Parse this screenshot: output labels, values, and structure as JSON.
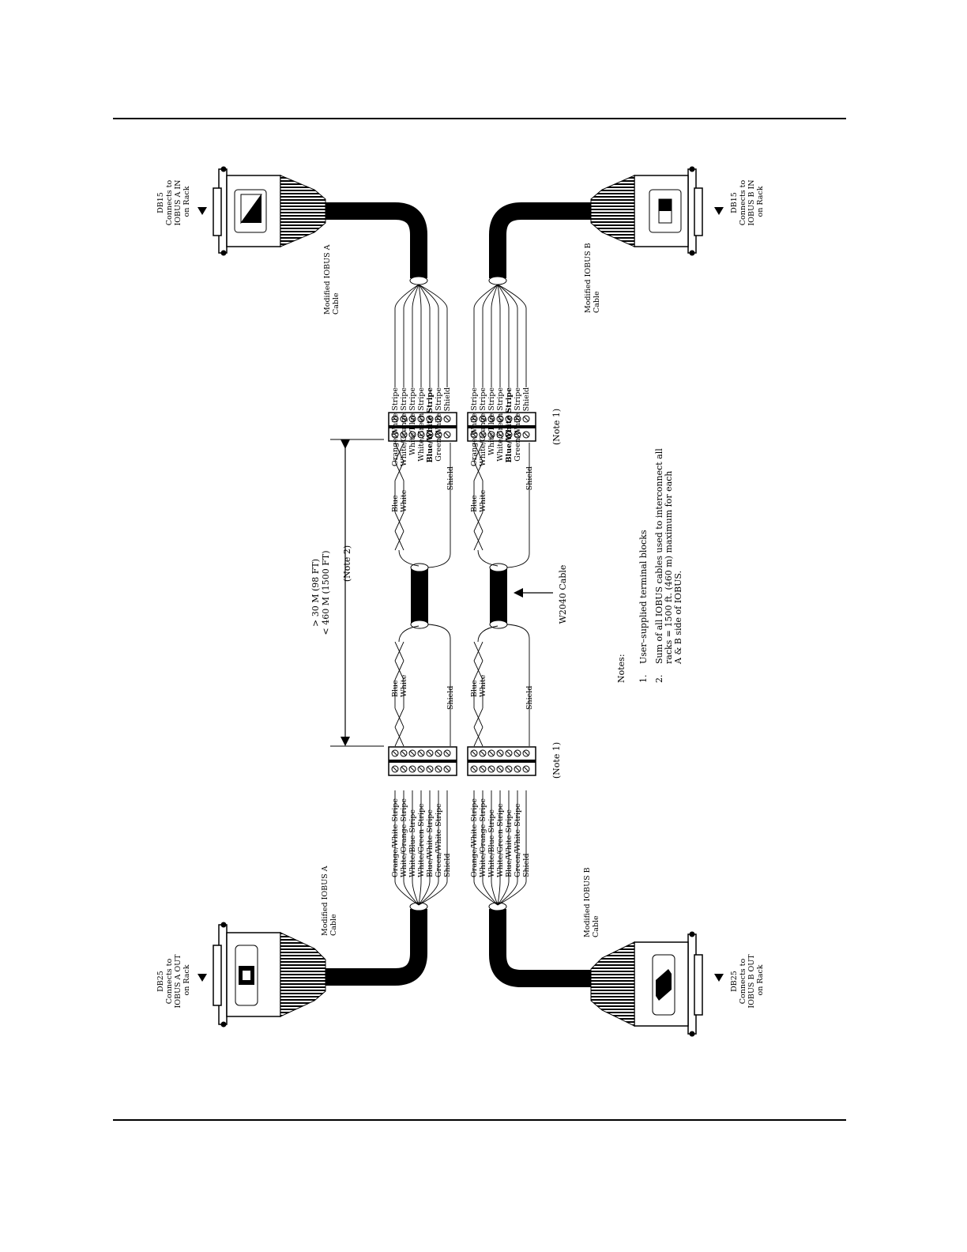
{
  "connectors": {
    "top_left": [
      "DB15",
      "Connects to",
      "IOBUS A IN",
      "on Rack"
    ],
    "top_right": [
      "DB15",
      "Connects to",
      "IOBUS B IN",
      "on Rack"
    ],
    "bottom_left": [
      "DB25",
      "Connects to",
      "IOBUS A OUT",
      "on Rack"
    ],
    "bottom_right": [
      "DB25",
      "Connects to",
      "IOBUS B OUT",
      "on Rack"
    ]
  },
  "cables": {
    "modified_a": [
      "Modified IOBUS A",
      "Cable"
    ],
    "modified_b": [
      "Modified IOBUS B",
      "Cable"
    ],
    "w2040": "W2040 Cable"
  },
  "wires": [
    "Orange/White Stripe",
    "White/Orange Stripe",
    "White/Blue Stripe",
    "White/Green Stripe",
    "Blue/White Stripe",
    "Green/White Stripe",
    "Shield"
  ],
  "pair": {
    "blue": "Blue",
    "white": "White",
    "shield": "Shield"
  },
  "dimension": {
    "min": "> 30 M (98 FT)",
    "max": "< 460 M (1500 FT)",
    "note": "(Note 2)"
  },
  "terminal_note": "(Note 1)",
  "notes": {
    "heading": "Notes:",
    "items": [
      {
        "num": "1.",
        "lines": [
          "User–supplied terminal blocks"
        ]
      },
      {
        "num": "2.",
        "lines": [
          "Sum of all IOBUS cables used to interconnect all",
          "racks = 1500 ft. (460 m) maximum for each",
          "A & B side of IOBUS."
        ]
      }
    ]
  }
}
